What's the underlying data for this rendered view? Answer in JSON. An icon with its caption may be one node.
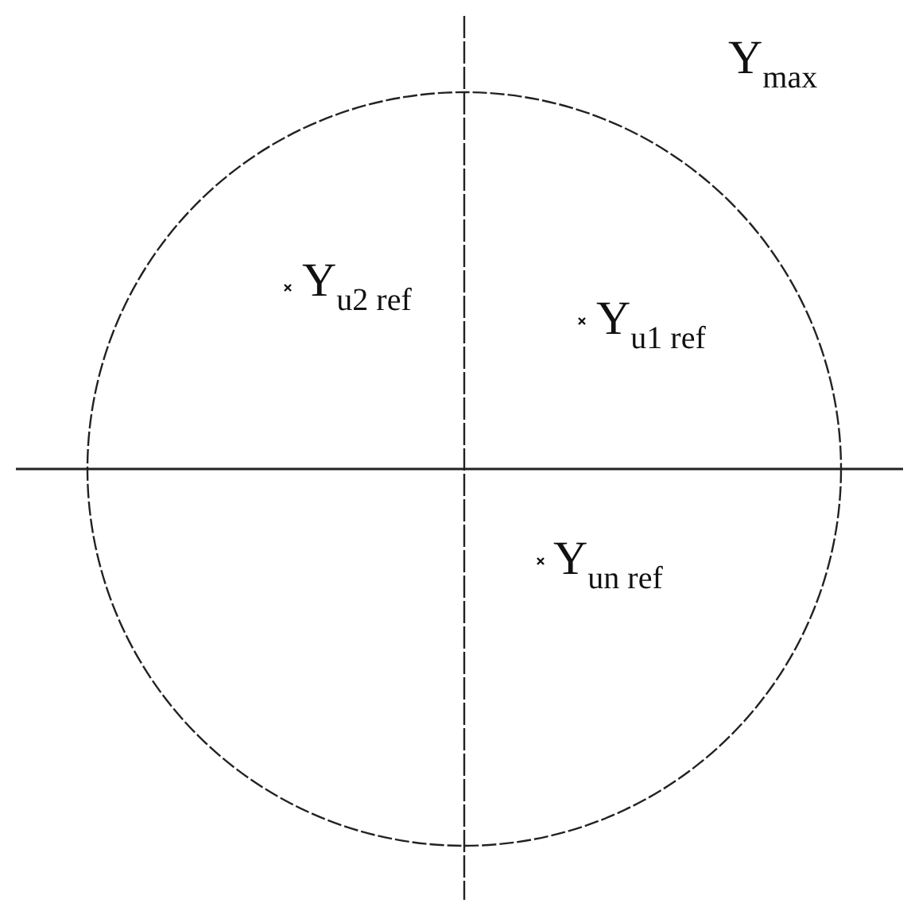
{
  "diagram": {
    "labels": [
      "Y$_{max}$",
      "Y$_{u2 ref}$",
      "Y$_{u1 ref}$",
      "Y$_{un ref}$"
    ]
  }
}
